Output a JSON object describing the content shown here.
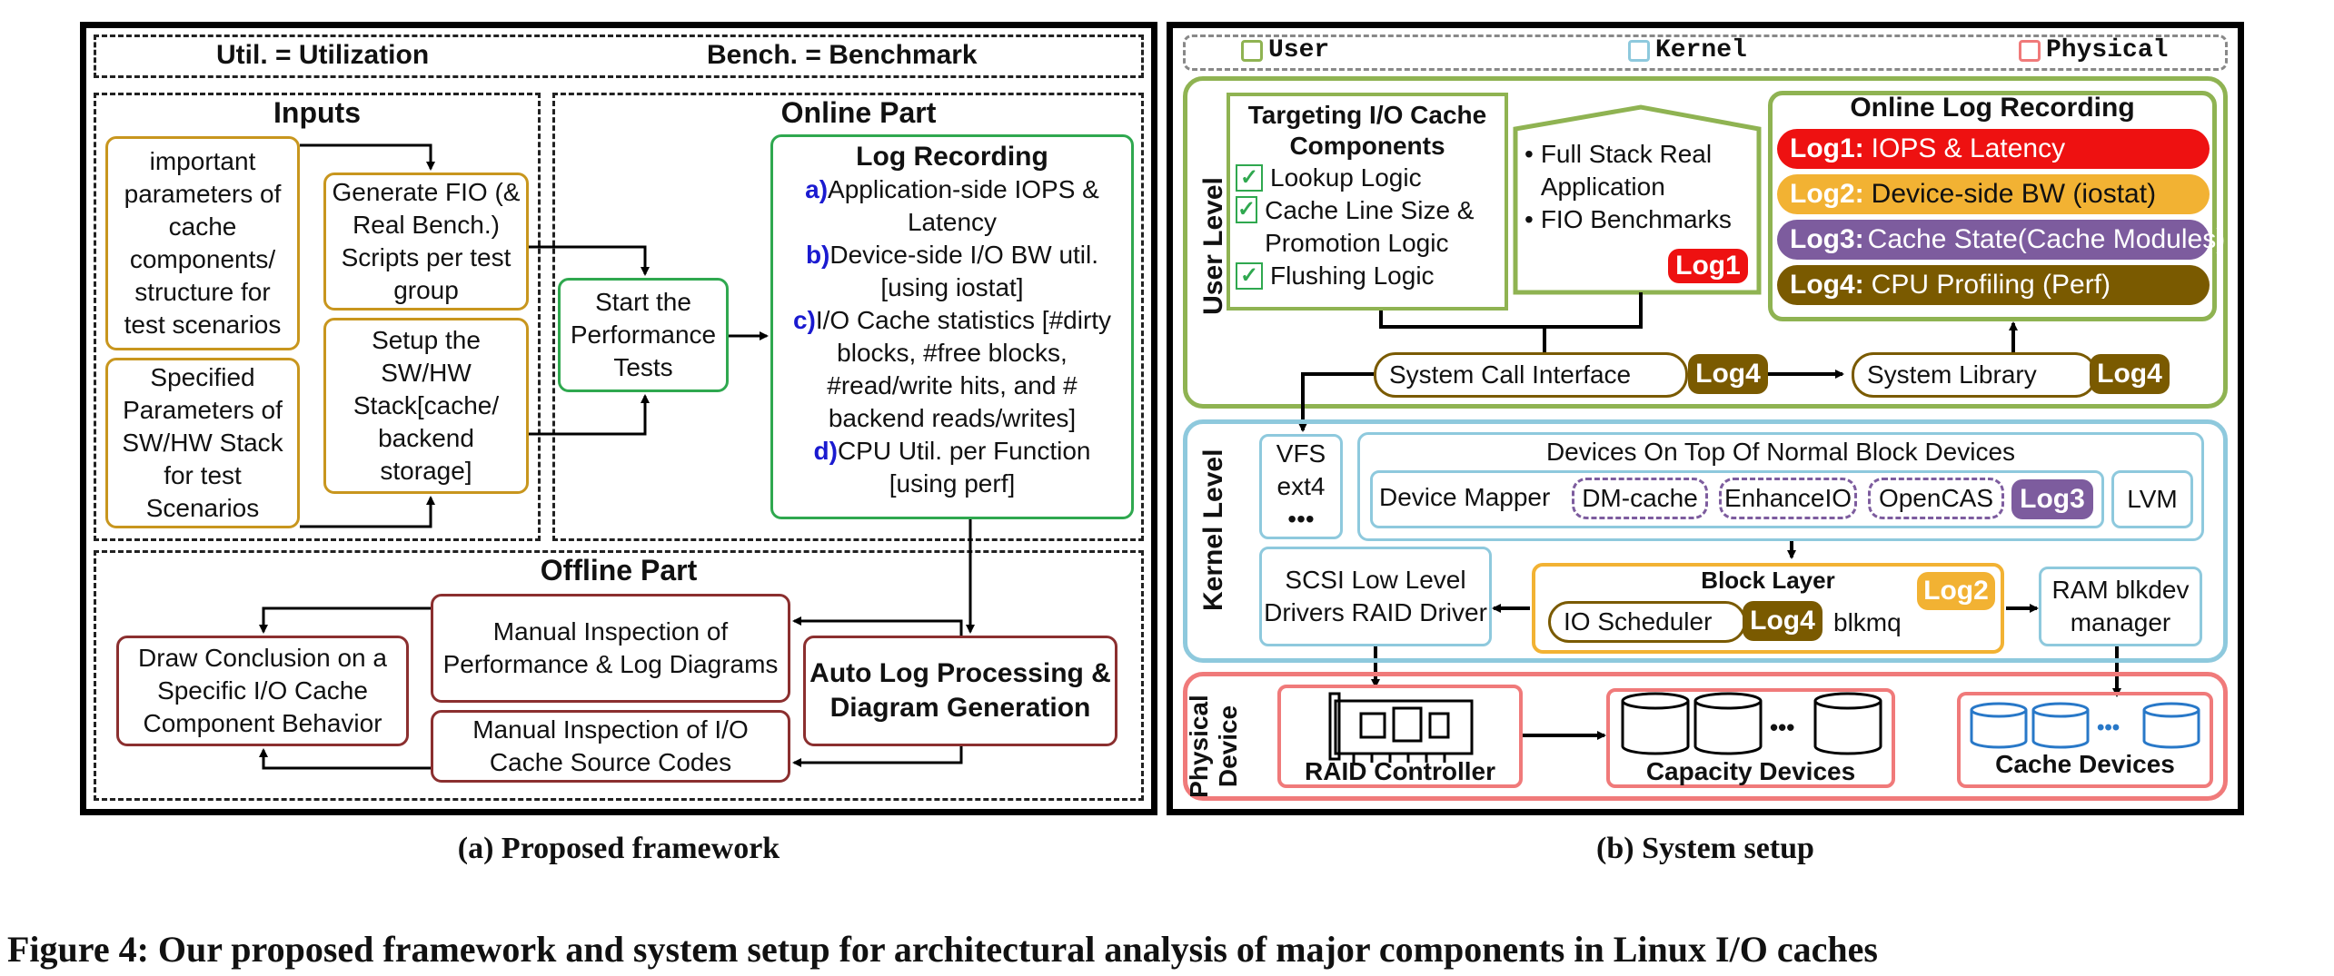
{
  "left": {
    "legend_util": "Util. = Utilization",
    "legend_bench": "Bench. = Benchmark",
    "inputs_title": "Inputs",
    "input1": "important parameters of cache components/ structure for test scenarios",
    "input2": "Specified Parameters of SW/HW Stack for test Scenarios",
    "gen_fio": "Generate FIO (& Real Bench.) Scripts per test group",
    "setup_stack": "Setup the SW/HW Stack[cache/ backend storage]",
    "online_title": "Online Part",
    "start_tests": "Start the Performance Tests",
    "log_title": "Log Recording",
    "log_a_key": "a)",
    "log_a": "Application-side IOPS & Latency",
    "log_b_key": "b)",
    "log_b": "Device-side I/O BW util. [using iostat]",
    "log_c_key": "c)",
    "log_c": "I/O Cache statistics [#dirty blocks, #free blocks, #read/write hits, and # backend reads/writes]",
    "log_d_key": "d)",
    "log_d": "CPU Util. per Function [using perf]",
    "offline_title": "Offline Part",
    "manual_perf": "Manual Inspection of Performance & Log Diagrams",
    "manual_src": "Manual Inspection of I/O Cache Source Codes",
    "auto_log": "Auto Log Processing & Diagram Generation",
    "conclusion": "Draw Conclusion on a Specific I/O Cache Component Behavior",
    "caption": "(a) Proposed framework"
  },
  "right": {
    "legend_user": "User",
    "legend_kernel": "Kernel",
    "legend_physical": "Physical",
    "user_level": "User Level",
    "targeting_title": "Targeting I/O Cache Components",
    "check1": "Lookup Logic",
    "check2": "Cache Line Size & Promotion Logic",
    "check3": "Flushing Logic",
    "app1": "Full Stack Real Application",
    "app2": "FIO Benchmarks",
    "online_log_title": "Online Log Recording",
    "log1_key": "Log1:",
    "log1_text": "IOPS & Latency",
    "log2_key": "Log2:",
    "log2_text": "Device-side BW (iostat)",
    "log3_key": "Log3:",
    "log3_text": "Cache State(Cache Modules)",
    "log4_key": "Log4:",
    "log4_text": "CPU Profiling (Perf)",
    "log1_tag": "Log1",
    "log2_tag": "Log2",
    "log3_tag": "Log3",
    "log4_tag": "Log4",
    "syscall": "System Call Interface",
    "syslib": "System Library",
    "kernel_level": "Kernel Level",
    "vfs": "VFS ext4 •••",
    "devices_title": "Devices On Top Of Normal Block Devices",
    "device_mapper": "Device Mapper",
    "dm_cache": "DM-cache",
    "enhanceio": "EnhanceIO",
    "opencas": "OpenCAS",
    "lvm": "LVM",
    "scsi": "SCSI Low Level Drivers RAID Driver",
    "block_layer": "Block Layer",
    "io_sched": "IO Scheduler",
    "blkmq": "blkmq",
    "ram": "RAM blkdev manager",
    "physical_device": "Physical Device",
    "raid": "RAID Controller",
    "capacity": "Capacity Devices",
    "cache_dev": "Cache Devices",
    "dots": "•••",
    "caption": "(b) System setup"
  },
  "figure_caption": "Figure 4: Our proposed framework and system setup for architectural analysis of major components in Linux I/O caches",
  "colors": {
    "user": "#8fb352",
    "kernel": "#8ec9dd",
    "physical": "#f07a7a",
    "log1": "#ee1111",
    "log2": "#f2b233",
    "log3": "#7d5c9e",
    "log4": "#7a5a00"
  }
}
